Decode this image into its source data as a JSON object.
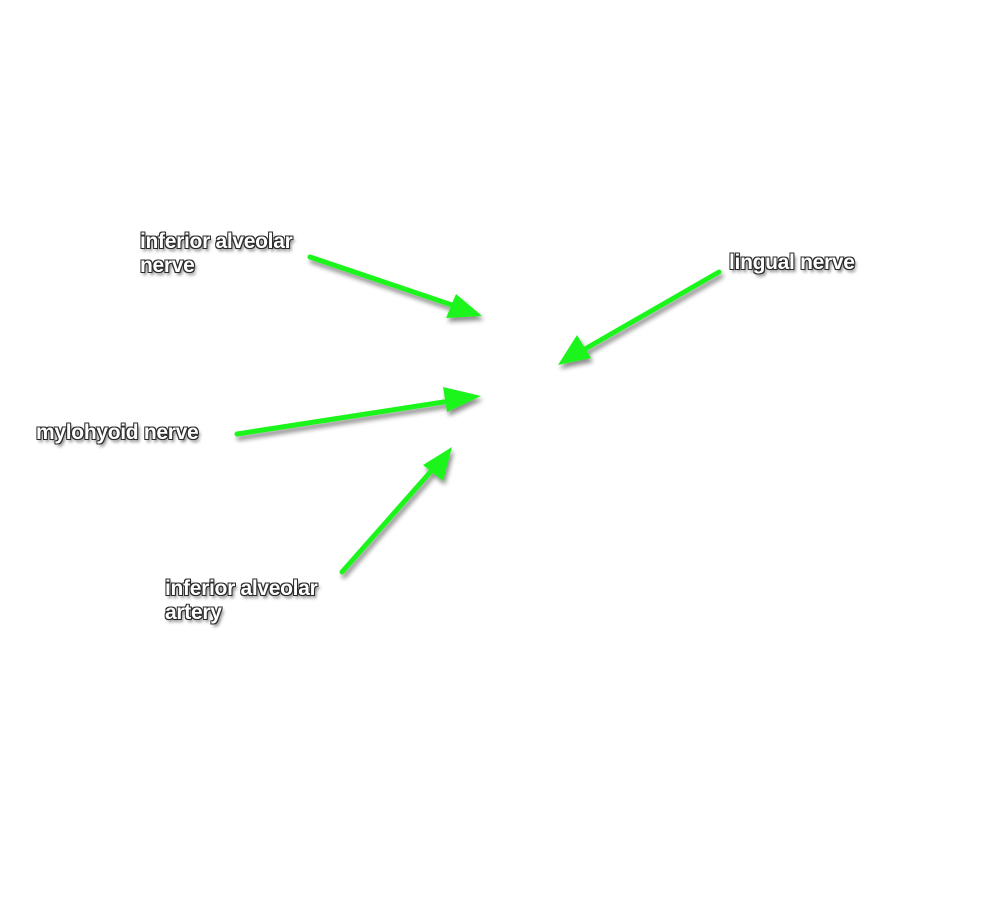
{
  "labels": {
    "inferior_alveolar_nerve": {
      "line1": "inferior alveolar",
      "line2": "nerve"
    },
    "lingual_nerve": {
      "line1": "lingual nerve"
    },
    "mylohyoid_nerve": {
      "line1": "mylohyoid nerve"
    },
    "inferior_alveolar_artery": {
      "line1": "inferior alveolar",
      "line2": "artery"
    }
  },
  "colors": {
    "arrow": "#1ff51f",
    "background": "#ffffff",
    "label_text": "#ffffff",
    "label_outline": "#2a2a2a"
  }
}
